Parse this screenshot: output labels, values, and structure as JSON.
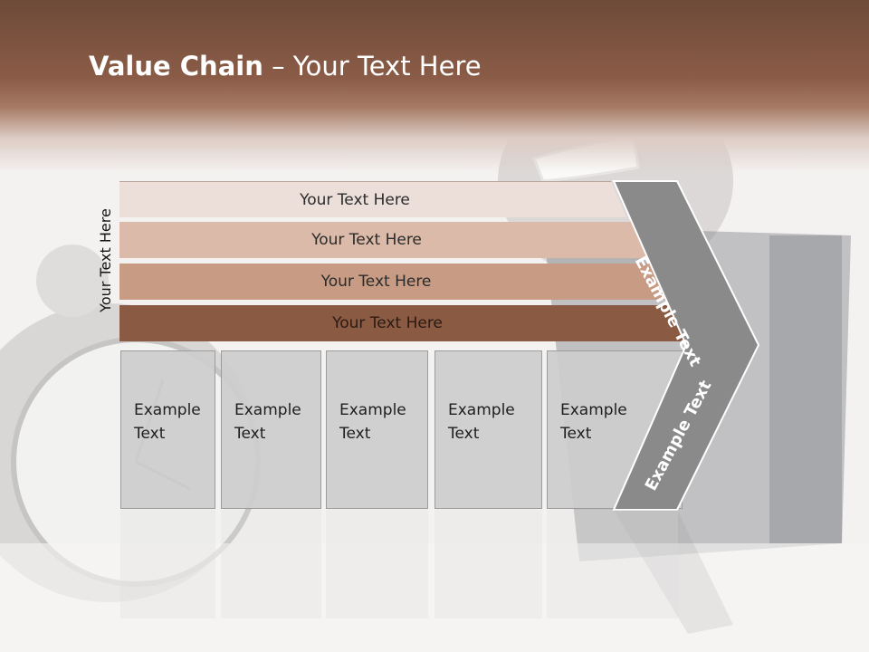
{
  "slide": {
    "title_bold": "Value Chain",
    "title_rest": " – Your Text Here",
    "side_label": "Your Text Here",
    "rows": [
      {
        "label": "Your Text Here"
      },
      {
        "label": "Your Text Here"
      },
      {
        "label": "Your Text Here"
      },
      {
        "label": "Your Text Here"
      }
    ],
    "boxes": [
      {
        "line1": "Example",
        "line2": "Text"
      },
      {
        "line1": "Example",
        "line2": "Text"
      },
      {
        "line1": "Example",
        "line2": "Text"
      },
      {
        "line1": "Example",
        "line2": "Text"
      },
      {
        "line1": "Example",
        "line2": "Text"
      }
    ],
    "chevron_top": "Example Text",
    "chevron_bottom": "Example Text"
  },
  "colors": {
    "header": "#7a4f3c",
    "row1": "#ecdfda",
    "row2": "#dbbaa9",
    "row3": "#c79b84",
    "row4": "#8b5a43",
    "chevron": "#8a8a8a",
    "box": "#cdcdcd"
  }
}
